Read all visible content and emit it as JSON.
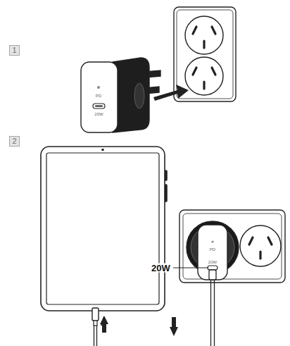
{
  "diagram": {
    "nodes": [
      {
        "text": [
          "1"
        ]
      },
      {
        "text": [
          "2"
        ]
      }
    ],
    "labels": [
      "PD",
      "20W",
      "20W",
      "PD",
      "20W"
    ]
  }
}
